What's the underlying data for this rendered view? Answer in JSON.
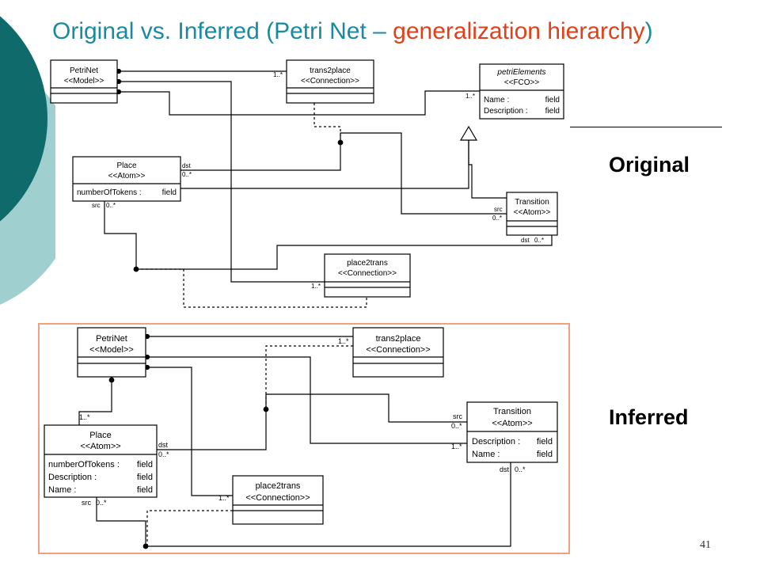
{
  "title": {
    "main": "Original vs. Inferred (Petri Net – ",
    "accent": "generalization hierarchy",
    "close": ")"
  },
  "labels": {
    "original": "Original",
    "inferred": "Inferred"
  },
  "page_number": "41",
  "colors": {
    "teal_dark": "#0f6b6b",
    "teal_light": "#9fcfcf",
    "title_blue": "#1a8aa0",
    "title_red": "#e0401a",
    "frame": "#f0a080"
  },
  "original": {
    "petrinet": {
      "name": "PetriNet",
      "stereo": "<<Model>>"
    },
    "trans2place": {
      "name": "trans2place",
      "stereo": "<<Connection>>"
    },
    "petriElements": {
      "name": "petriElements",
      "stereo": "<<FCO>>",
      "attrs": [
        {
          "name": "Name :",
          "type": "field"
        },
        {
          "name": "Description :",
          "type": "field"
        }
      ]
    },
    "place": {
      "name": "Place",
      "stereo": "<<Atom>>",
      "attrs": [
        {
          "name": "numberOfTokens :",
          "type": "field"
        }
      ]
    },
    "transition": {
      "name": "Transition",
      "stereo": "<<Atom>>"
    },
    "place2trans": {
      "name": "place2trans",
      "stereo": "<<Connection>>"
    },
    "mult": {
      "trans2place": "1..*",
      "petriElements": "1..*",
      "place_dst": "dst",
      "place_dst_m": "0..*",
      "place_src": "src",
      "place_src_m": "0..*",
      "trans_src": "src",
      "trans_src_m": "0..*",
      "trans_dst": "dst",
      "trans_dst_m": "0..*",
      "place2trans": "1..*"
    }
  },
  "inferred": {
    "petrinet": {
      "name": "PetriNet",
      "stereo": "<<Model>>"
    },
    "trans2place": {
      "name": "trans2place",
      "stereo": "<<Connection>>"
    },
    "place": {
      "name": "Place",
      "stereo": "<<Atom>>",
      "attrs": [
        {
          "name": "numberOfTokens :",
          "type": "field"
        },
        {
          "name": "Description :",
          "type": "field"
        },
        {
          "name": "Name :",
          "type": "field"
        }
      ]
    },
    "transition": {
      "name": "Transition",
      "stereo": "<<Atom>>",
      "attrs": [
        {
          "name": "Description :",
          "type": "field"
        },
        {
          "name": "Name :",
          "type": "field"
        }
      ]
    },
    "place2trans": {
      "name": "place2trans",
      "stereo": "<<Connection>>"
    },
    "mult": {
      "trans2place": "1..*",
      "place_up": "1..*",
      "place_dst": "dst",
      "place_dst_m": "0..*",
      "place_src": "src",
      "place_src_m": "0..*",
      "trans_src": "src",
      "trans_src_m": "0..*",
      "trans_in": "1..*",
      "trans_dst": "dst",
      "trans_dst_m": "0..*",
      "place2trans": "1..*"
    }
  }
}
